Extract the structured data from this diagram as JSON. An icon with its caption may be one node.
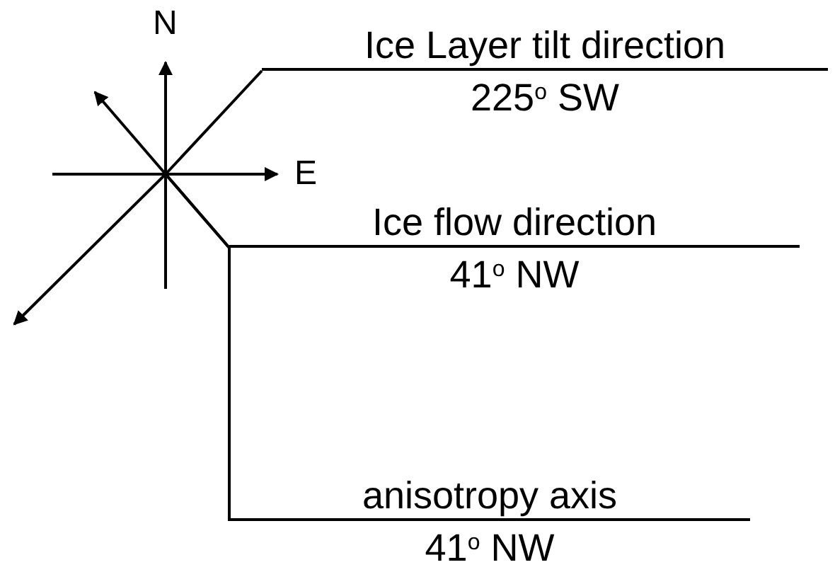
{
  "diagram": {
    "nodes": [
      {
        "text": [
          "Ice Layer tilt direction",
          "225$^{o}$ SW"
        ]
      },
      {
        "text": [
          "Ice flow direction",
          "41$^{o}$ NW"
        ]
      },
      {
        "text": [
          "anisotropy axis",
          "41$^{o}$ NW"
        ]
      },
      {
        "text": [],
        "shape": "picture"
      }
    ],
    "edges": [
      {
        "from": 0,
        "to": 3,
        "arrow": "none"
      },
      {
        "from": 1,
        "to": 3,
        "arrow": "none"
      },
      {
        "from": 2,
        "to": 3,
        "arrow": "none"
      }
    ],
    "labels": [
      "N",
      "E"
    ]
  }
}
